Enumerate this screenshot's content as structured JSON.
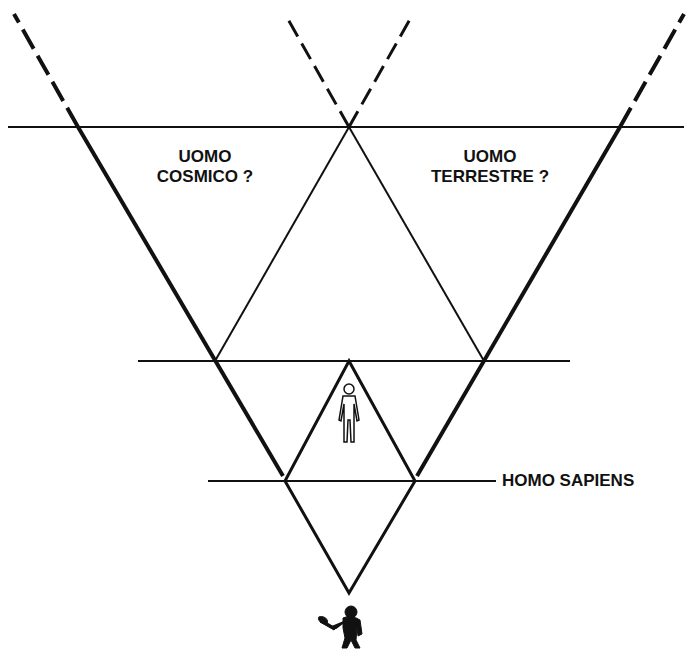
{
  "diagram": {
    "labels": [
      "UOMO COSMICO ?",
      "UOMO TERRESTRE ?",
      "HOMO SAPIENS"
    ]
  }
}
